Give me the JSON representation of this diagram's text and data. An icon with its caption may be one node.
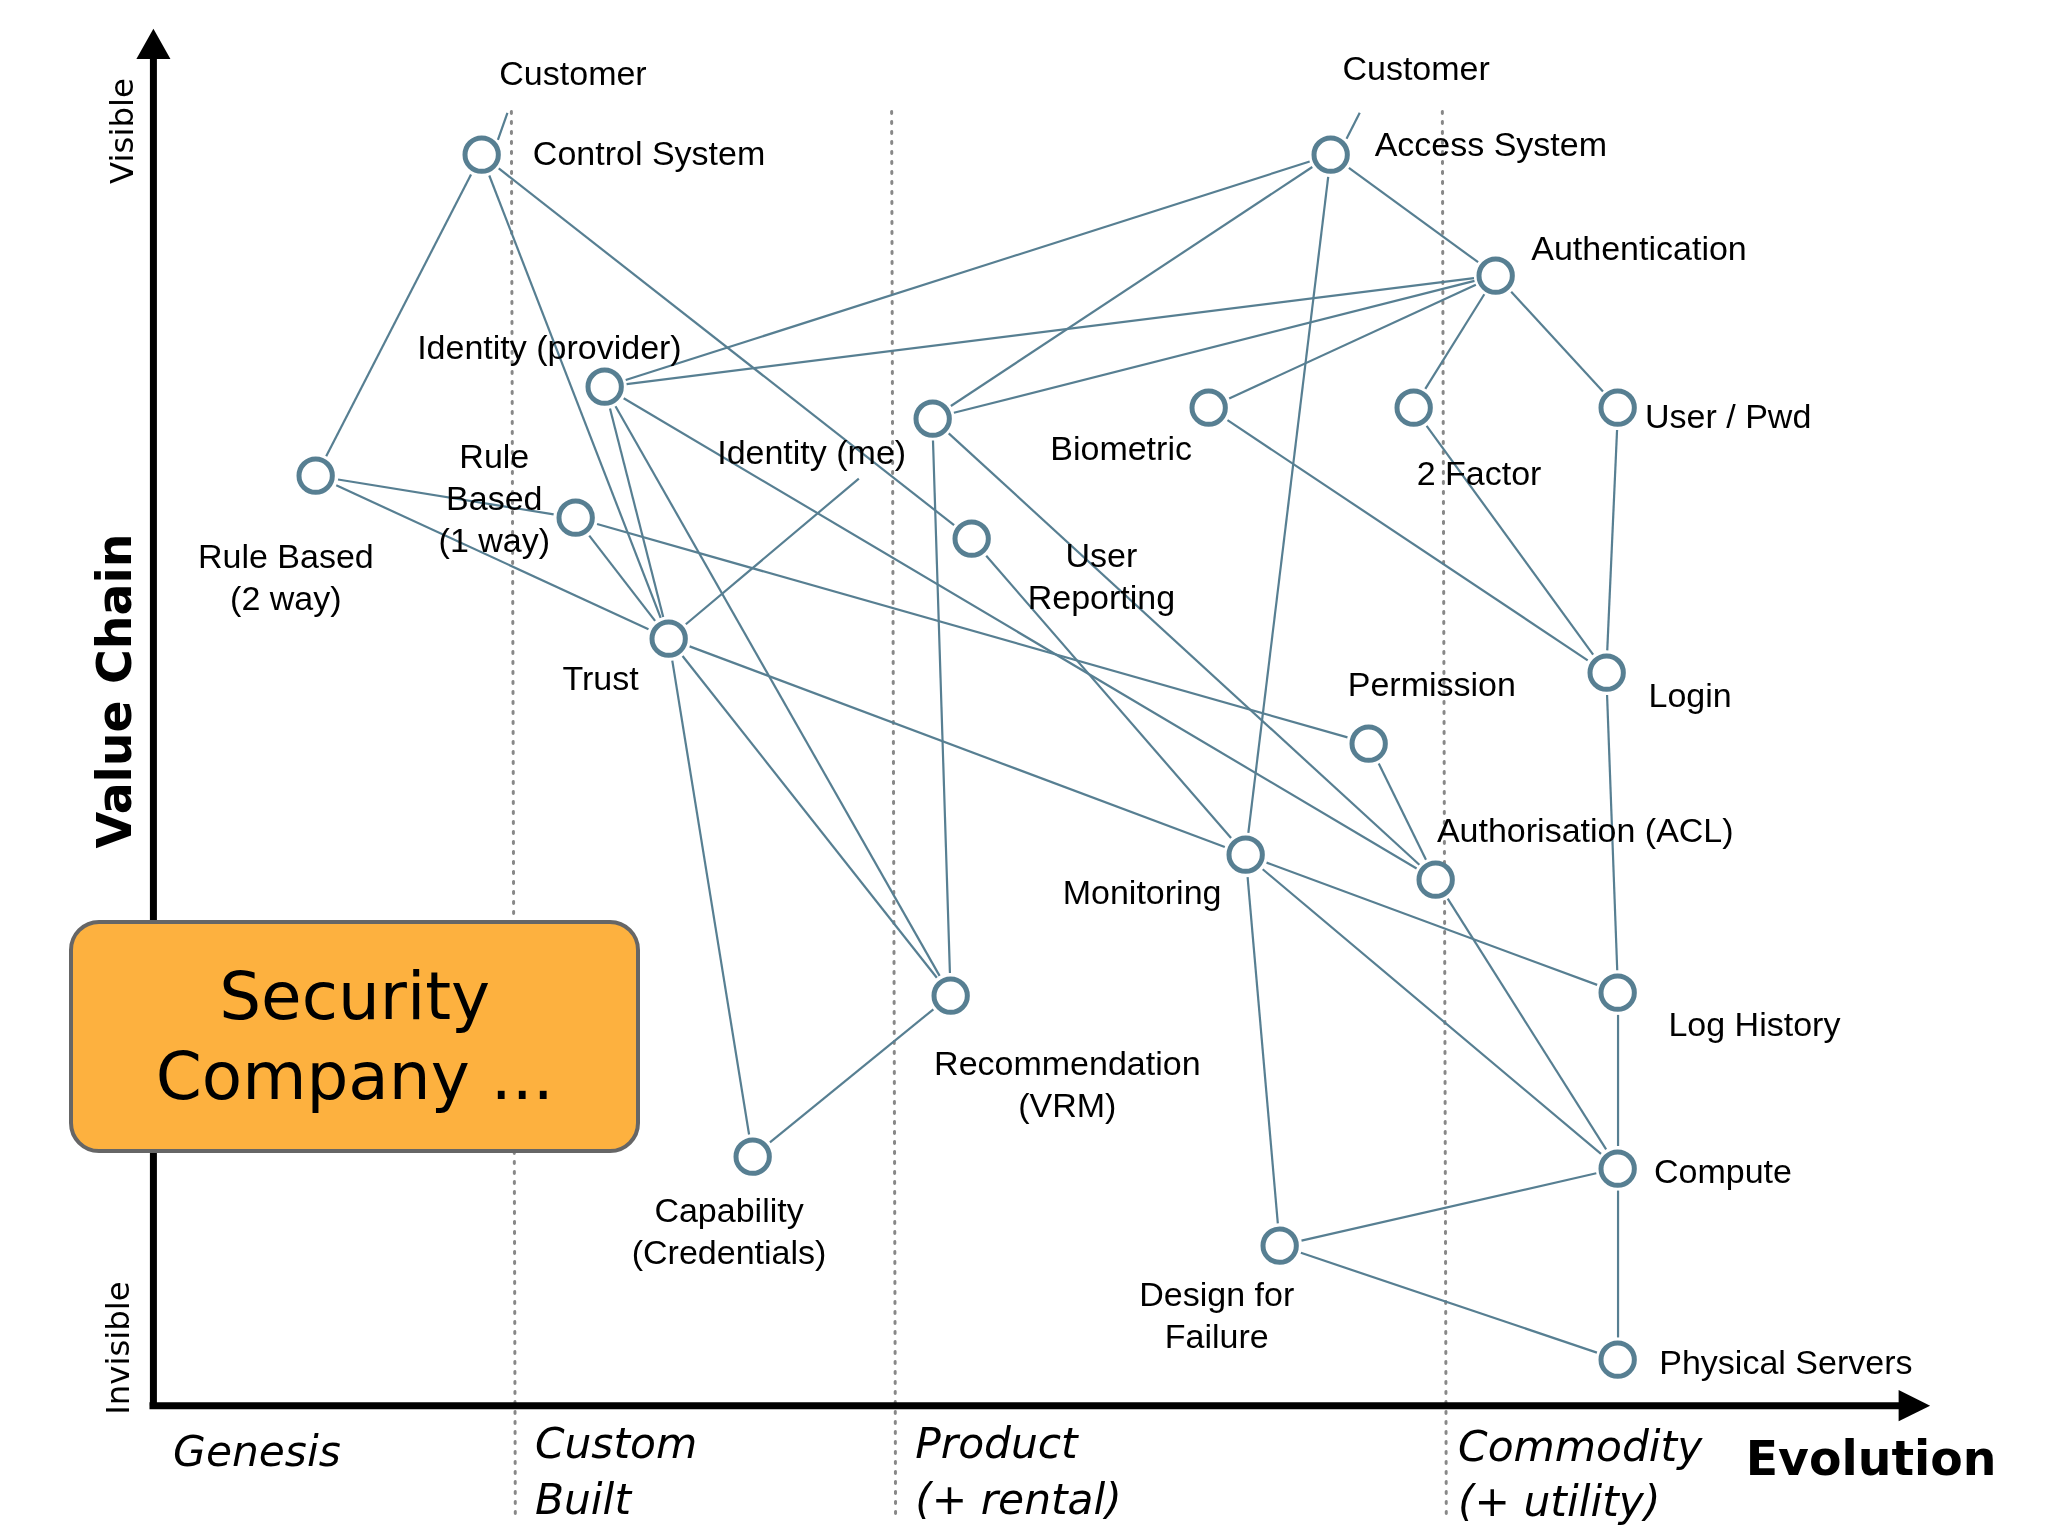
{
  "diagram": {
    "nodes": [
      {
        "text": [
          "Customer"
        ]
      },
      {
        "text": [
          "Control System"
        ]
      },
      {
        "text": [
          "Customer"
        ]
      },
      {
        "text": [
          "Access System"
        ]
      },
      {
        "text": [
          "Authentication"
        ]
      },
      {
        "text": [
          "Identity (provider)"
        ]
      },
      {
        "text": [
          "Identity (me)"
        ]
      },
      {
        "text": [
          "Biometric"
        ]
      },
      {
        "text": [
          "2 Factor"
        ]
      },
      {
        "text": [
          "User / Pwd"
        ]
      },
      {
        "text": [
          "Rule Based (2 way)"
        ]
      },
      {
        "text": [
          "Rule Based (1 way)"
        ]
      },
      {
        "text": [
          "User Reporting"
        ]
      },
      {
        "text": [
          "Trust"
        ]
      },
      {
        "text": [
          "Login"
        ]
      },
      {
        "text": [
          "Permission"
        ]
      },
      {
        "text": [
          "Monitoring"
        ]
      },
      {
        "text": [
          "Authorisation (ACL)"
        ]
      },
      {
        "text": [
          "Recommendation (VRM)"
        ]
      },
      {
        "text": [
          "Log History"
        ]
      },
      {
        "text": [
          "Capability (Credentials)"
        ]
      },
      {
        "text": [
          "Compute"
        ]
      },
      {
        "text": [
          "Design for Failure"
        ]
      },
      {
        "text": [
          "Physical Servers"
        ]
      },
      {
        "text": [
          "Security Company ..."
        ]
      }
    ],
    "edges": [
      {
        "from": 0,
        "to": 1,
        "arrow": "none"
      },
      {
        "from": 2,
        "to": 3,
        "arrow": "none"
      },
      {
        "from": 1,
        "to": 10,
        "arrow": "none"
      },
      {
        "from": 1,
        "to": 13,
        "arrow": "none"
      },
      {
        "from": 1,
        "to": 12,
        "arrow": "none"
      },
      {
        "from": 3,
        "to": 5,
        "arrow": "none"
      },
      {
        "from": 3,
        "to": 6,
        "arrow": "none"
      },
      {
        "from": 3,
        "to": 4,
        "arrow": "none"
      },
      {
        "from": 3,
        "to": 16,
        "arrow": "none"
      },
      {
        "from": 4,
        "to": 5,
        "arrow": "none"
      },
      {
        "from": 4,
        "to": 6,
        "arrow": "none"
      },
      {
        "from": 4,
        "to": 7,
        "arrow": "none"
      },
      {
        "from": 4,
        "to": 8,
        "arrow": "none"
      },
      {
        "from": 4,
        "to": 9,
        "arrow": "none"
      },
      {
        "from": 5,
        "to": 13,
        "arrow": "none"
      },
      {
        "from": 5,
        "to": 18,
        "arrow": "none"
      },
      {
        "from": 5,
        "to": 17,
        "arrow": "none"
      },
      {
        "from": 6,
        "to": 18,
        "arrow": "none"
      },
      {
        "from": 6,
        "to": 17,
        "arrow": "none"
      },
      {
        "from": 10,
        "to": 11,
        "arrow": "none"
      },
      {
        "from": 10,
        "to": 13,
        "arrow": "none"
      },
      {
        "from": 11,
        "to": 13,
        "arrow": "none"
      },
      {
        "from": 11,
        "to": 15,
        "arrow": "none"
      },
      {
        "from": 12,
        "to": 16,
        "arrow": "none"
      },
      {
        "from": 13,
        "to": 6,
        "arrow": "none"
      },
      {
        "from": 13,
        "to": 16,
        "arrow": "none"
      },
      {
        "from": 13,
        "to": 18,
        "arrow": "none"
      },
      {
        "from": 13,
        "to": 20,
        "arrow": "none"
      },
      {
        "from": 18,
        "to": 20,
        "arrow": "none"
      },
      {
        "from": 7,
        "to": 14,
        "arrow": "none"
      },
      {
        "from": 8,
        "to": 14,
        "arrow": "none"
      },
      {
        "from": 9,
        "to": 14,
        "arrow": "none"
      },
      {
        "from": 14,
        "to": 19,
        "arrow": "none"
      },
      {
        "from": 19,
        "to": 21,
        "arrow": "none"
      },
      {
        "from": 21,
        "to": 23,
        "arrow": "none"
      },
      {
        "from": 16,
        "to": 19,
        "arrow": "none"
      },
      {
        "from": 16,
        "to": 21,
        "arrow": "none"
      },
      {
        "from": 16,
        "to": 22,
        "arrow": "none"
      },
      {
        "from": 22,
        "to": 21,
        "arrow": "none"
      },
      {
        "from": 22,
        "to": 23,
        "arrow": "none"
      },
      {
        "from": 15,
        "to": 17,
        "arrow": "none"
      },
      {
        "from": 17,
        "to": 21,
        "arrow": "none"
      }
    ],
    "labels": [
      "Visible",
      "Invisible",
      "Value Chain",
      "Genesis",
      "Custom Built",
      "Product (+ rental)",
      "Commodity (+ utility)",
      "Evolution"
    ]
  }
}
